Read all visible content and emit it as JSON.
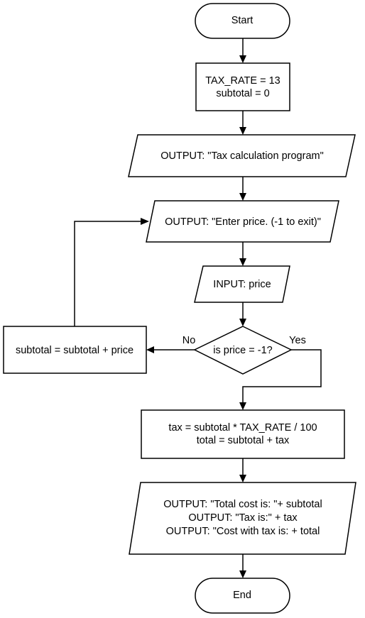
{
  "colors": {
    "stroke": "#000000",
    "background": "#ffffff",
    "text": "#000000"
  },
  "nodes": {
    "start": {
      "label": "Start"
    },
    "init": {
      "lines": [
        "TAX_RATE = 13",
        "subtotal = 0"
      ]
    },
    "output_title": {
      "label": "OUTPUT: \"Tax calculation program\""
    },
    "output_prompt": {
      "label": "OUTPUT: \"Enter price. (-1 to exit)\""
    },
    "input_price": {
      "label": "INPUT: price"
    },
    "decision": {
      "label": "is price = -1?"
    },
    "accumulate": {
      "label": "subtotal = subtotal + price"
    },
    "compute": {
      "lines": [
        "tax = subtotal * TAX_RATE / 100",
        "total = subtotal + tax"
      ]
    },
    "output_results": {
      "lines": [
        "OUTPUT: \"Total cost is: \"+ subtotal",
        "OUTPUT: \"Tax is:\" + tax",
        "OUTPUT: \"Cost with tax is: + total"
      ]
    },
    "end": {
      "label": "End"
    }
  },
  "edge_labels": {
    "no": "No",
    "yes": "Yes"
  }
}
